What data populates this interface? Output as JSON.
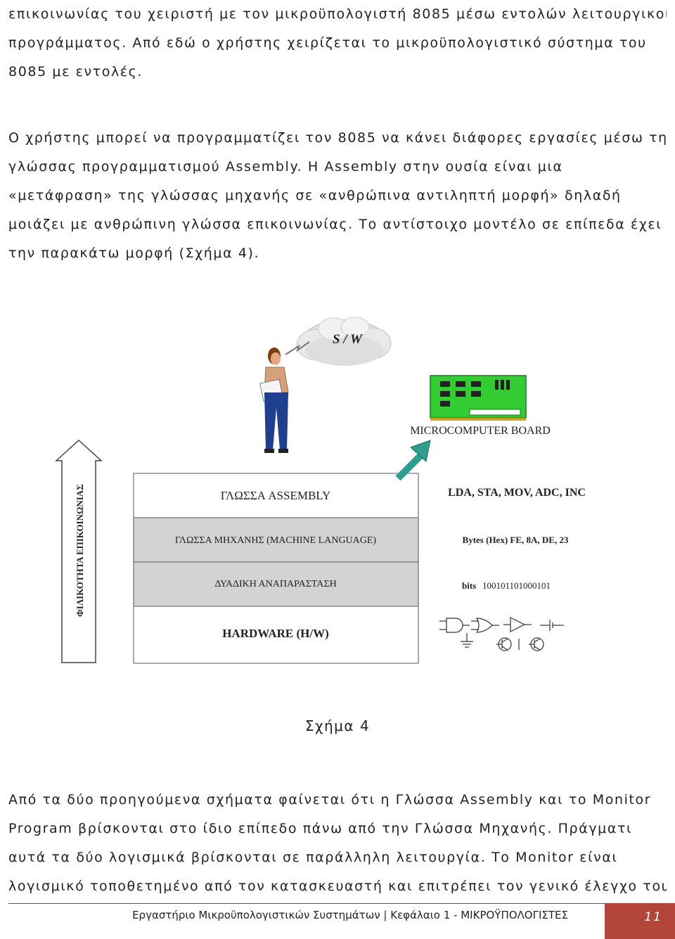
{
  "paragraph1": {
    "lines": [
      "επικοινωνίας του χειριστή με τον μικροϋπολογιστή 8085 μέσω εντολών λειτουργικού",
      "προγράμματος. Από εδώ ο χρήστης χειρίζεται το μικροϋπολογιστικό σύστημα του",
      "8085 με εντολές."
    ]
  },
  "paragraph2": {
    "lines": [
      "Ο χρήστης μπορεί να προγραμματίζει τον 8085 να κάνει διάφορες εργασίες μέσω της",
      "γλώσσας προγραμματισμού Assembly. Η Assembly στην ουσία είναι μια",
      "«μετάφραση» της γλώσσας μηχανής σε «ανθρώπινα αντιληπτή μορφή» δηλαδή",
      "μοιάζει με ανθρώπινη γλώσσα επικοινωνίας. Το αντίστοιχο μοντέλο σε επίπεδα έχει",
      "την παρακάτω μορφή (Σχήμα 4)."
    ]
  },
  "figure": {
    "cloud_label": "S / W",
    "board_label": "MICROCOMPUTER BOARD",
    "arrow_label": "ΦΙΛΙΚΟΤΗΤΑ ΕΠΙΚΟΙΝΩΝΙΑΣ",
    "layers": [
      "ΓΛΩΣΣΑ ASSEMBLY",
      "ΓΛΩΣΣΑ ΜΗΧΑΝΗΣ (MACHINE LANGUAGE)",
      "ΔΥΑΔΙΚΗ ΑΝΑΠΑΡΑΣΤΑΣΗ",
      "HARDWARE (H/W)"
    ],
    "examples": {
      "assembly": "LDA, STA, MOV, ADC, INC",
      "bytes_prefix": "Bytes (Hex) FE, 8A, DE, 23",
      "bits_prefix": "bits",
      "bits_value": "100101101000101"
    }
  },
  "caption": "Σχήμα 4",
  "paragraph3": {
    "lines": [
      "Από τα δύο προηγούμενα σχήματα φαίνεται ότι η Γλώσσα Assembly και το Monitor",
      "Program βρίσκονται στο ίδιο επίπεδο πάνω από την Γλώσσα Μηχανής. Πράγματι",
      "αυτά τα δύο λογισμικά βρίσκονται σε παράλληλη λειτουργία. Το Monitor είναι",
      "λογισμικό τοποθετημένο από τον κατασκευαστή και επιτρέπει τον γενικό έλεγχο του"
    ]
  },
  "footer": {
    "text": "Εργαστήριο Μικροϋπολογιστικών Συστημάτων | Κεφάλαιο 1 - ΜΙΚΡΟΫΠΟΛΟΓΙΣΤΕΣ",
    "page_number": "11"
  },
  "colors": {
    "page_box": "#b3453a",
    "board_green": "#33cc33",
    "arrow_teal": "#2e9e8e",
    "layer_gray": "#d3d3d3"
  }
}
